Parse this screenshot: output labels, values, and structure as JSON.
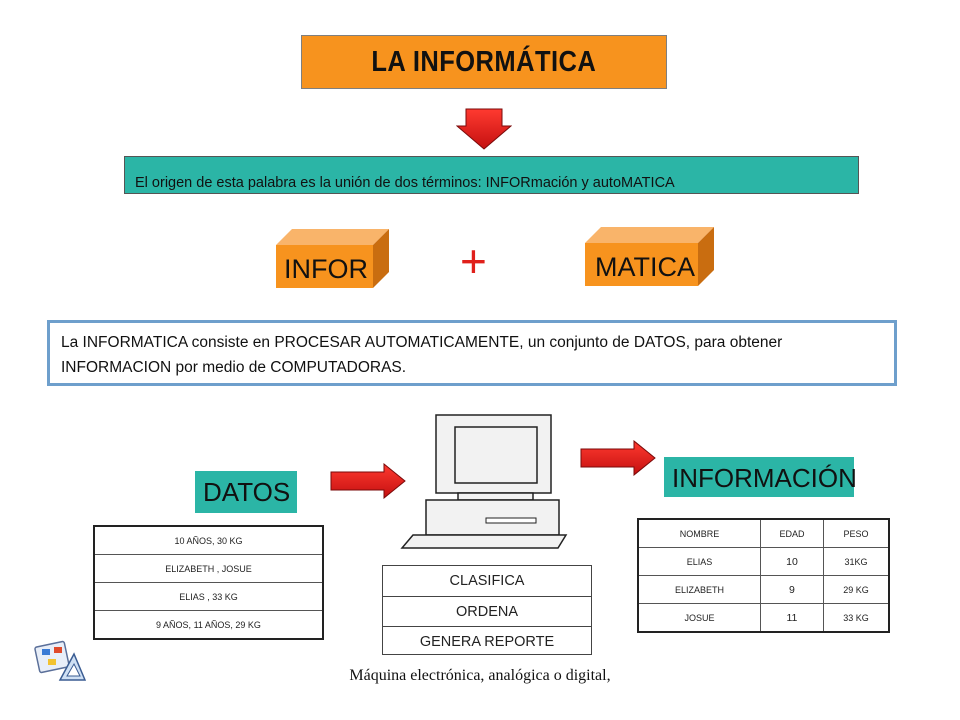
{
  "title": "LA INFORMÁTICA",
  "origin_text": "El origen de esta palabra  es la unión de dos términos: INFORmación y autoMATICA",
  "blocks": {
    "left": "INFOR",
    "right": "MATICA",
    "plus": "+"
  },
  "definition": "La INFORMATICA  consiste en PROCESAR AUTOMATICAMENTE,  un conjunto de DATOS, para obtener  INFORMACION por medio de COMPUTADORAS.",
  "datos": {
    "label": "DATOS",
    "rows": [
      "10 AÑOS, 30 KG",
      "ELIZABETH  , JOSUE",
      "ELIAS  , 33 KG",
      "9 AÑOS, 11 AÑOS, 29 KG"
    ]
  },
  "process": {
    "steps": [
      "CLASIFICA",
      "ORDENA",
      "GENERA REPORTE"
    ]
  },
  "informacion": {
    "label": "INFORMACIÓN",
    "headers": [
      "NOMBRE",
      "EDAD",
      "PESO"
    ],
    "rows": [
      [
        "ELIAS",
        "10",
        "31KG"
      ],
      [
        "ELIZABETH",
        "9",
        "29 KG"
      ],
      [
        "JOSUE",
        "11",
        "33 KG"
      ]
    ]
  },
  "footer": "Máquina electrónica, analógica o digital,",
  "colors": {
    "title_bg": "#f7931e",
    "teal": "#2bb5a6",
    "arrow_red": "#e0201b",
    "block_orange": "#f7931e",
    "def_border": "#6e9fcc"
  },
  "icons": [
    "down-arrow-icon",
    "right-arrow-icon",
    "computer-icon",
    "diagram-app-icon"
  ]
}
